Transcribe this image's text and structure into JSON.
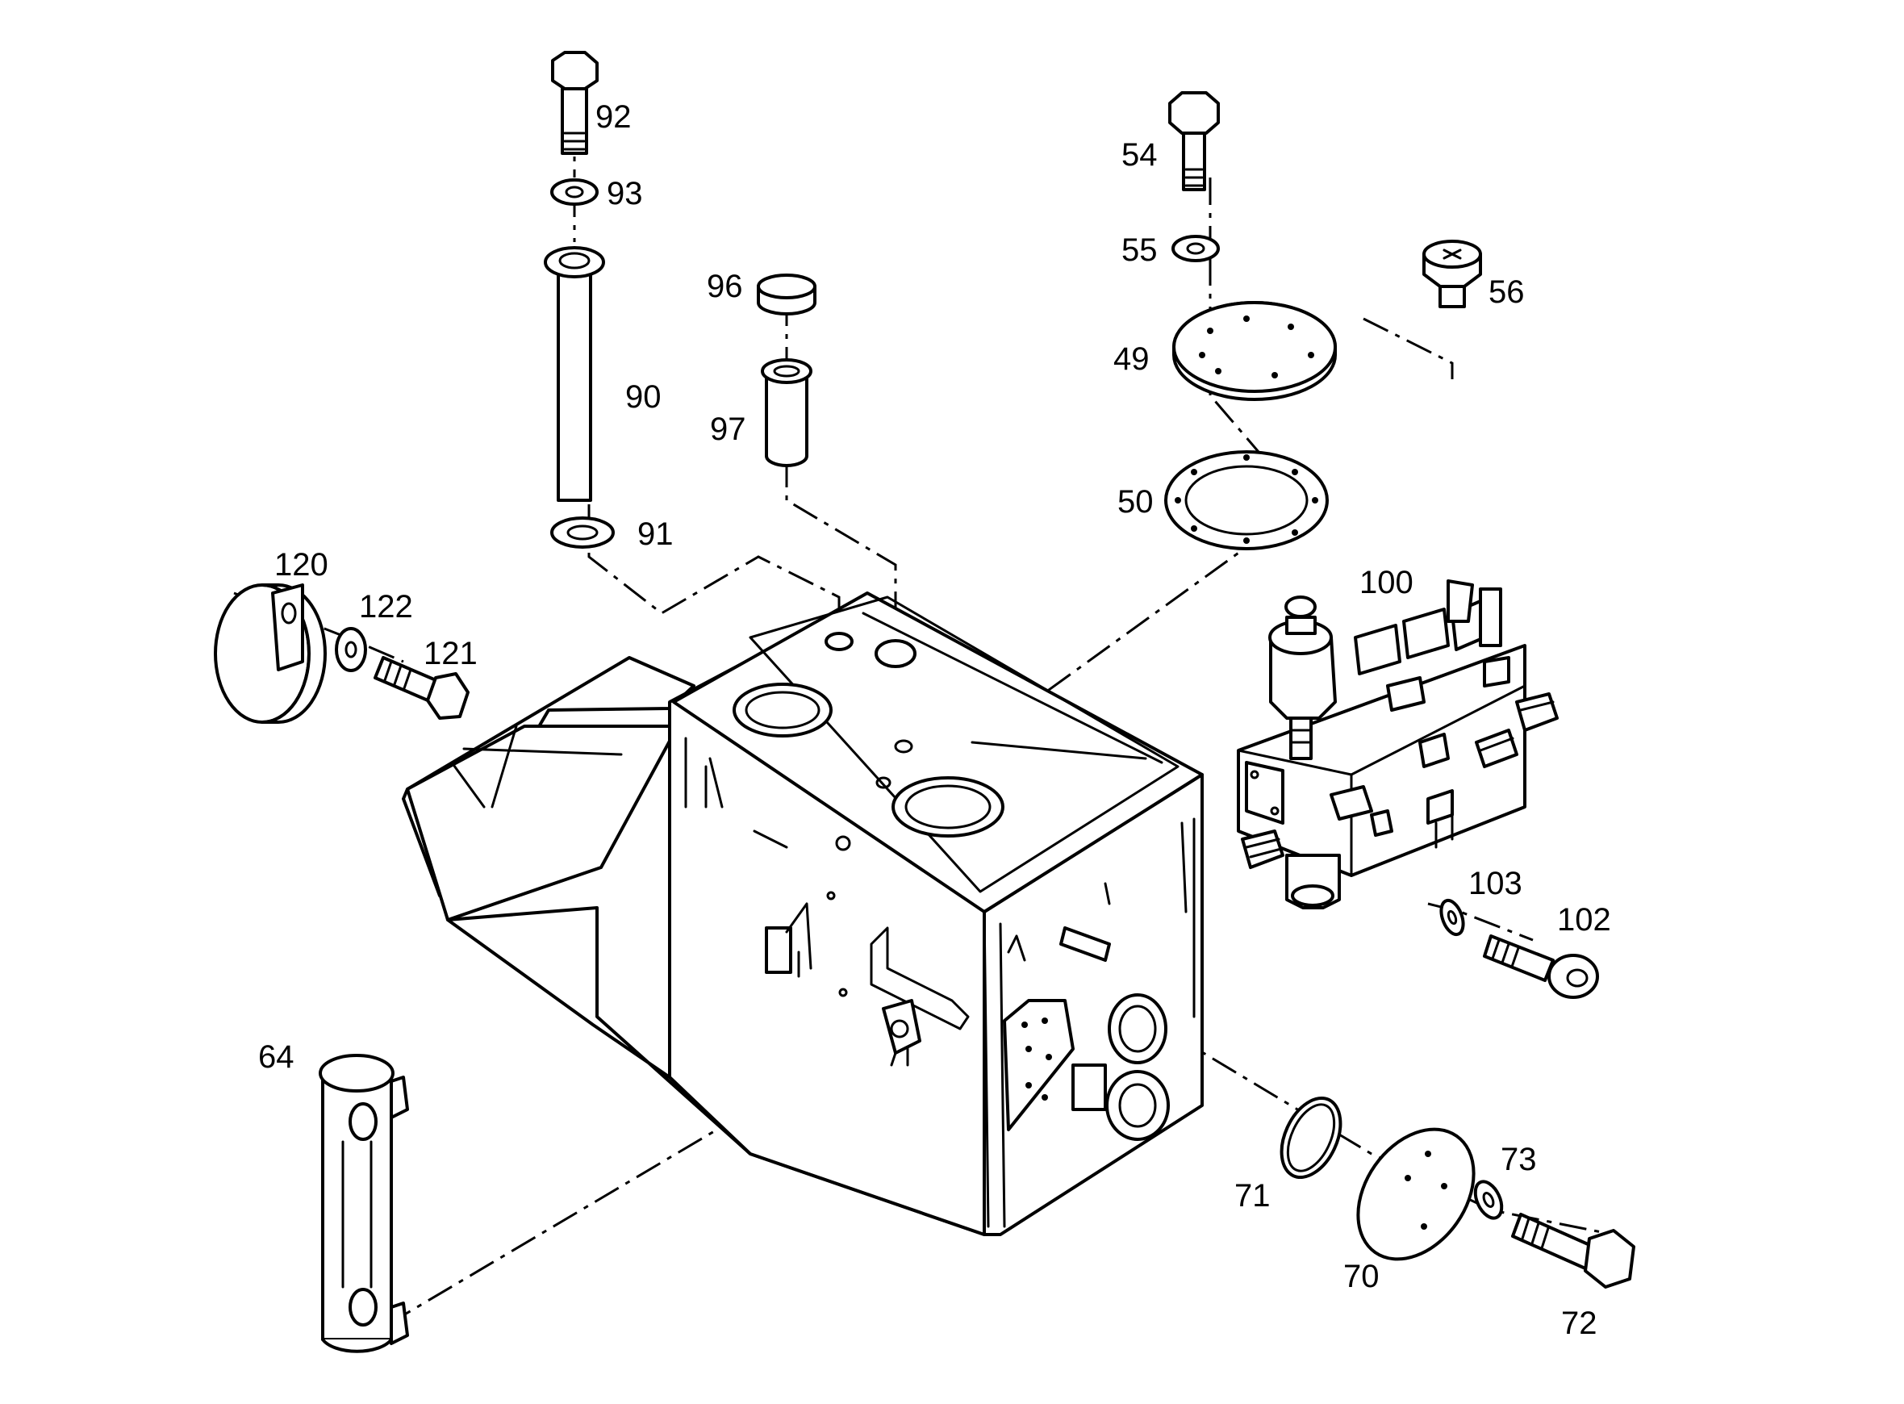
{
  "labels": {
    "p92": "92",
    "p93": "93",
    "p90": "90",
    "p91": "91",
    "p96": "96",
    "p97": "97",
    "p54": "54",
    "p55": "55",
    "p56": "56",
    "p49": "49",
    "p50": "50",
    "p100": "100",
    "p103": "103",
    "p102": "102",
    "p120": "120",
    "p122": "122",
    "p121": "121",
    "p64": "64",
    "p71": "71",
    "p70": "70",
    "p73": "73",
    "p72": "72"
  },
  "colors": {
    "ink": "#000000",
    "paper": "#ffffff"
  }
}
